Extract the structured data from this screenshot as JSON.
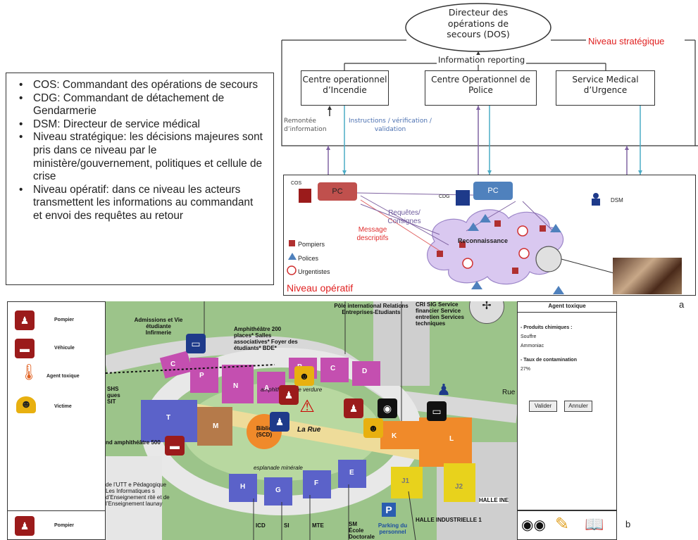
{
  "top": {
    "dos": "Directeur des opérations de secours (DOS)",
    "niveau_strategique": "Niveau stratégique",
    "information_reporting": "Information reporting",
    "centre_incendie": "Centre operationnel d’Incendie",
    "centre_police": "Centre Operationnel de Police",
    "service_medical": "Service Medical d’Urgence",
    "remontee": "Remontée d’information",
    "instructions": "Instructions / vérification / validation"
  },
  "legend": {
    "items": [
      "COS:  Commandant  des opérations de secours",
      "CDG:  Commandant  de détachement de Gendarmerie",
      "DSM:  Directeur de service médical",
      "Niveau stratégique: les décisions majeures sont pris dans ce niveau par le ministère/gouvernement, politiques  et cellule de crise",
      "Niveau opératif: dans ce niveau les acteurs transmettent les informations au commandant  et envoi des requêtes au retour"
    ]
  },
  "operatif": {
    "cos": "COS",
    "pc1": "PC",
    "cdg": "CDG",
    "pc2": "PC",
    "dsm": "DSM",
    "requetes": "Requêtes/ Consignes",
    "message": "Message descriptifs",
    "reconnaissance": "Reconnaissance",
    "pompiers": "Pompiers",
    "polices": "Polices",
    "urgentistes": "Urgentistes",
    "niveau_operatif": "Niveau opératif",
    "label_a": "a"
  },
  "map": {
    "left_panel": {
      "pompier": "Pompier",
      "vehicule": "Véhicule",
      "agent": "Agent toxique",
      "victime": "Victime",
      "pompier_bottom": "Pompier"
    },
    "labels": {
      "admissions": "Admissions et Vie étudiante Infirmerie",
      "amphi": "Amphithéâtre 200 places* Salles associatives* Foyer des étudiants* BDE*",
      "pole": "Pôle international Relations Entreprises-Etudiants",
      "cri": "CRI SIG Service financier Service entretien Services techniques",
      "amphi_verdure": "amphithéâtre de verdure",
      "la_rue": "La Rue",
      "rue": "Rue",
      "biblio": "Biblio (SCD)",
      "esplanade": "esplanade minérale",
      "shs": "SHS gues SIT",
      "grand_amphi": "nd amphithéâtre 500",
      "utt": "de l’UTT e Pédagogique Les Informatiques s d’Enseignement rité et de l’Enseignement launay",
      "halle1": "HALLE INDUSTRIELLE 1",
      "halle_ine": "HALLE INE",
      "icd": "ICD",
      "si": "SI",
      "mte": "MTE",
      "sm": "SM École Doctorale",
      "parking": "Parking du personnel",
      "parking_p": "P"
    },
    "buildings": [
      "C",
      "P",
      "N",
      "A",
      "B",
      "C",
      "D",
      "T",
      "M",
      "K",
      "L",
      "H",
      "G",
      "F",
      "E",
      "J1",
      "J2"
    ],
    "right_panel": {
      "title": "Agent toxique",
      "produits": "- Produits chimiques :",
      "souffre": "Souffre",
      "ammoniac": "Ammoniac",
      "taux": "- Taux de contamination",
      "taux_value": "27%",
      "valider": "Valider",
      "annuler": "Annuler"
    },
    "label_b": "b"
  },
  "colors": {
    "pc_red": "#c0504d",
    "pc_blue": "#4f81bd",
    "cloud": "#d9c8f0",
    "arrow_teal": "#4bacc6",
    "arrow_purple": "#8064a2",
    "map_green": "#8db87a",
    "building_pink": "#c44fb0",
    "building_purple": "#5b62c9",
    "building_orange": "#f08a2a",
    "building_yellow": "#e8d21c",
    "building_brown": "#b57a4a"
  }
}
